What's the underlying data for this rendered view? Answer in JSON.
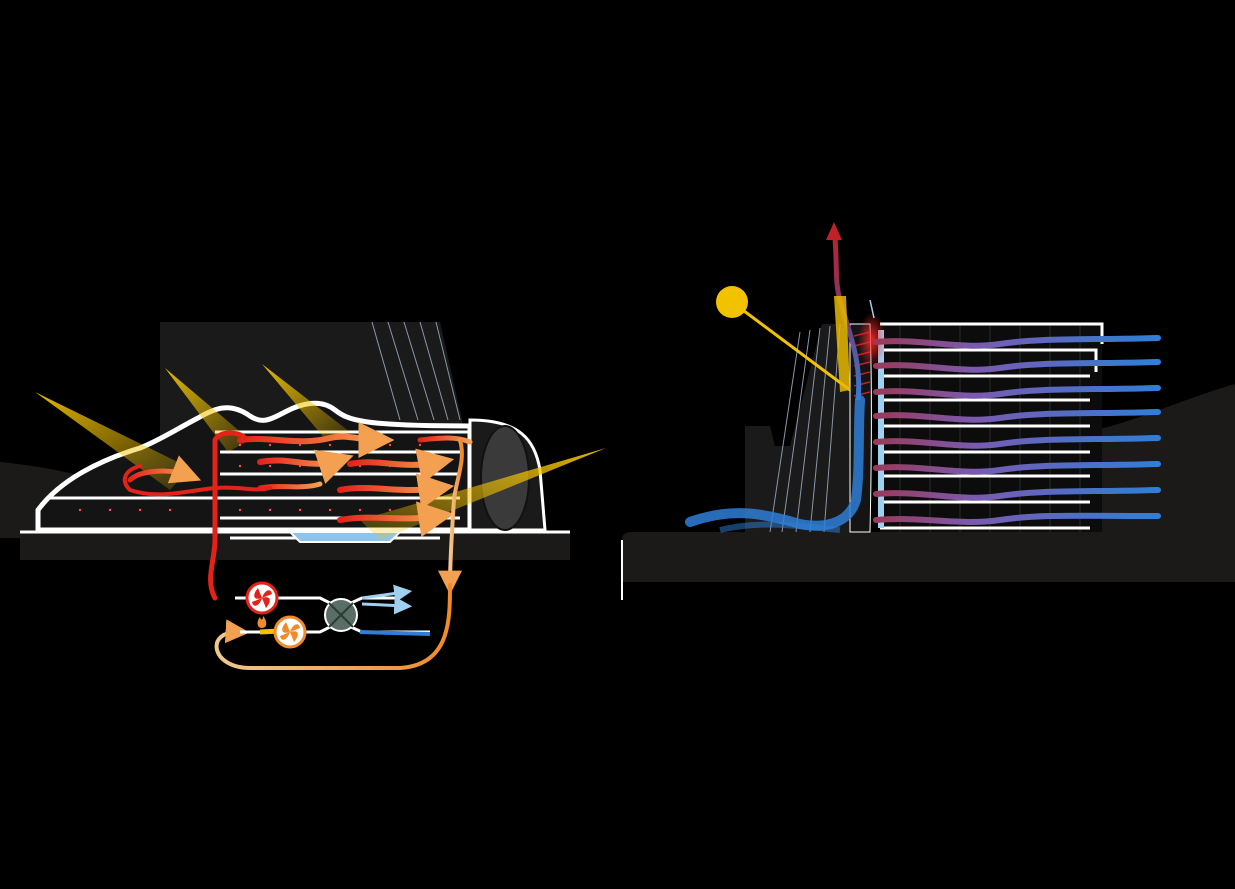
{
  "colors": {
    "background": "#000000",
    "ground": "#1b1a19",
    "mass": "#1a1a1a",
    "outline": "#ffffff",
    "sun": "#f2c200",
    "sun_ray": "#e8b800",
    "hot": "#e3231a",
    "warm": "#f08a2a",
    "pale_warm": "#f4c890",
    "cool": "#2f7fd8",
    "light_cool": "#9fd0f0",
    "exhaust": "#a81e2a",
    "heat_exchanger": "#5a6e66",
    "water": "#8fc4ec"
  },
  "icons": [
    "sun-icon",
    "fan-icon",
    "flame-icon",
    "heat-exchanger-icon",
    "arrow-icon"
  ],
  "diagrams": [
    {
      "name": "winter-heating-section",
      "shows": [
        "sun-rays",
        "warm-air-flows",
        "fans",
        "heat-exchanger",
        "pool"
      ]
    },
    {
      "name": "summer-ventilation-section",
      "shows": [
        "sun",
        "double-skin-facade",
        "cool-air-flows",
        "stack-exhaust"
      ]
    }
  ],
  "left_section": {
    "floors": 4,
    "sun_rays": 4,
    "fans": 2
  },
  "right_section": {
    "floors": 8,
    "cool_flows": 8
  }
}
